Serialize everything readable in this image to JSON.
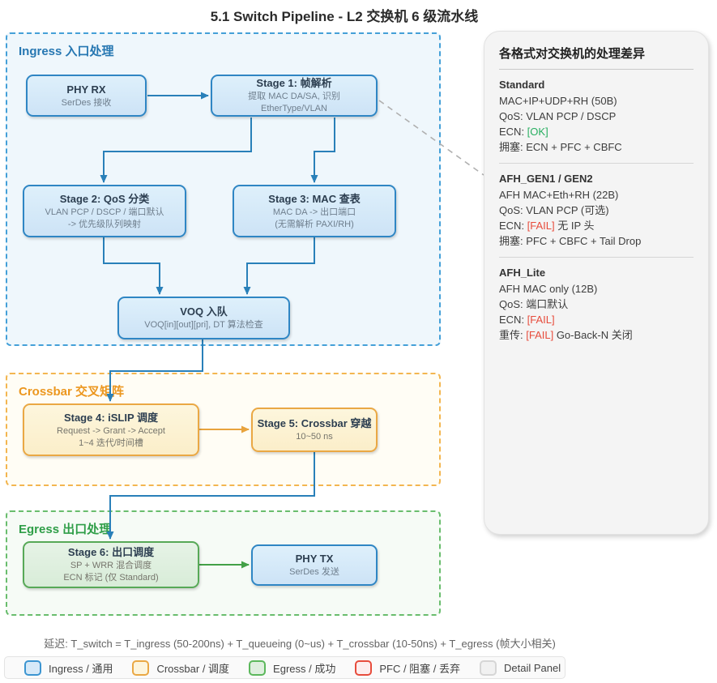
{
  "title": "5.1 Switch Pipeline - L2 交换机 6 级流水线",
  "zones": {
    "ingress": {
      "label": "Ingress 入口处理"
    },
    "crossbar": {
      "label": "Crossbar 交叉矩阵"
    },
    "egress": {
      "label": "Egress 出口处理"
    }
  },
  "nodes": {
    "phy_rx": {
      "title": "PHY RX",
      "subtitle": "SerDes 接收"
    },
    "stage1": {
      "title": "Stage 1: 帧解析",
      "subtitle": "提取 MAC DA/SA, 识别 EtherType/VLAN"
    },
    "stage2": {
      "title": "Stage 2: QoS 分类",
      "subtitle": "VLAN PCP / DSCP / 端口默认\n-> 优先级队列映射"
    },
    "stage3": {
      "title": "Stage 3: MAC 查表",
      "subtitle": "MAC DA -> 出口端口\n(无需解析 PAXI/RH)"
    },
    "voq": {
      "title": "VOQ 入队",
      "subtitle": "VOQ[in][out][pri], DT 算法检查"
    },
    "stage4": {
      "title": "Stage 4: iSLIP 调度",
      "subtitle": "Request -> Grant -> Accept\n1~4 迭代/时间槽"
    },
    "stage5": {
      "title": "Stage 5: Crossbar 穿越",
      "subtitle": "10~50 ns"
    },
    "stage6": {
      "title": "Stage 6: 出口调度",
      "subtitle": "SP + WRR 混合调度\nECN 标记 (仅 Standard)"
    },
    "phy_tx": {
      "title": "PHY TX",
      "subtitle": "SerDes 发送"
    }
  },
  "panel": {
    "title": "各格式对交换机的处理差异",
    "sections": [
      {
        "heading": "Standard",
        "lines": [
          [
            {
              "t": "MAC+IP+UDP+RH (50B)"
            }
          ],
          [
            {
              "t": "QoS: VLAN PCP / DSCP"
            }
          ],
          [
            {
              "t": "ECN: "
            },
            {
              "t": "[OK]",
              "c": "ok"
            }
          ],
          [
            {
              "t": "拥塞: ECN + PFC + CBFC"
            }
          ]
        ]
      },
      {
        "heading": "AFH_GEN1 / GEN2",
        "lines": [
          [
            {
              "t": "AFH MAC+Eth+RH (22B)"
            }
          ],
          [
            {
              "t": "QoS: VLAN PCP (可选)"
            }
          ],
          [
            {
              "t": "ECN: "
            },
            {
              "t": "[FAIL]",
              "c": "fail"
            },
            {
              "t": " 无 IP 头"
            }
          ],
          [
            {
              "t": "拥塞: PFC + CBFC + Tail Drop"
            }
          ]
        ]
      },
      {
        "heading": "AFH_Lite",
        "lines": [
          [
            {
              "t": "AFH MAC only (12B)"
            }
          ],
          [
            {
              "t": "QoS: 端口默认"
            }
          ],
          [
            {
              "t": "ECN: "
            },
            {
              "t": "[FAIL]",
              "c": "fail"
            }
          ],
          [
            {
              "t": "重传: "
            },
            {
              "t": "[FAIL]",
              "c": "fail"
            },
            {
              "t": " Go-Back-N 关闭"
            }
          ]
        ]
      }
    ]
  },
  "latency_note": "延迟: T_switch = T_ingress (50-200ns) + T_queueing (0~us) + T_crossbar (10-50ns) + T_egress (帧大小相关)",
  "legend": {
    "items": [
      {
        "label": "Ingress / 通用",
        "swatch": "blue"
      },
      {
        "label": "Crossbar / 调度",
        "swatch": "orange"
      },
      {
        "label": "Egress / 成功",
        "swatch": "green"
      },
      {
        "label": "PFC / 阻塞 / 丢弃",
        "swatch": "red"
      },
      {
        "label": "Detail Panel",
        "swatch": "gray"
      }
    ]
  },
  "colors": {
    "ok": "#27ae60",
    "fail": "#e74c3c",
    "arrow_blue": "#2980b9",
    "arrow_orange": "#e8a33d",
    "arrow_green": "#43a047"
  }
}
